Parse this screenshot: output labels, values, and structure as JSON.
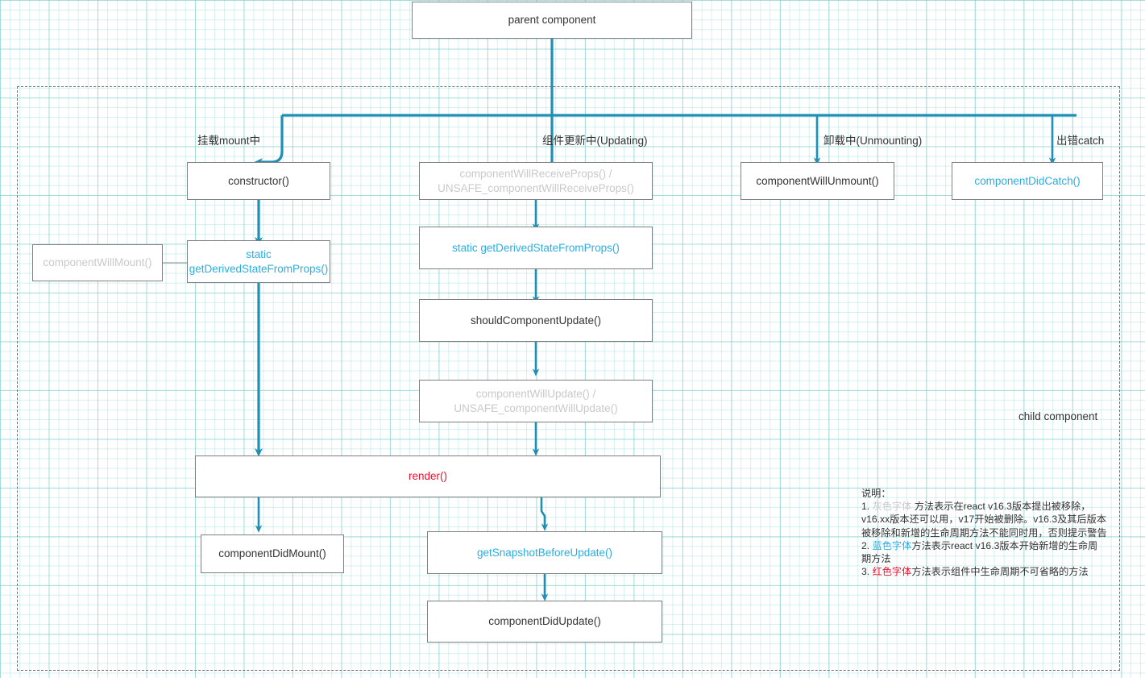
{
  "diagram": {
    "title": "React component lifecycle",
    "colors": {
      "accent": "#1f8fb5",
      "deprecated_text": "#c9c9c9",
      "added_text": "#2aaee0",
      "required_text": "#e8112d",
      "box_border": "#7f7f7f",
      "grid": "#78cdcd",
      "zone_border": "#6f6f6f"
    },
    "zones": {
      "parent_label": "parent component",
      "child_label": "child component"
    },
    "branch_labels": {
      "mount": "挂载mount中",
      "updating": "组件更新中(Updating)",
      "unmounting": "卸载中(Unmounting)",
      "catch": "出错catch"
    },
    "nodes": {
      "parent": "parent component",
      "constructor": "constructor()",
      "component_will_mount": "componentWillMount()",
      "gdsfp_mount_line1": "static",
      "gdsfp_mount_line2": "getDerivedStateFromProps()",
      "cwrp_line1": "componentWillReceiveProps() /",
      "cwrp_line2": "UNSAFE_componentWillReceiveProps()",
      "gdsfp_update": "static getDerivedStateFromProps()",
      "should_component_update": "shouldComponentUpdate()",
      "cwu_line1": "componentWillUpdate() /",
      "cwu_line2": "UNSAFE_componentWillUpdate()",
      "render": "render()",
      "component_did_mount": "componentDidMount()",
      "get_snapshot_before_update": "getSnapshotBeforeUpdate()",
      "component_did_update": "componentDidUpdate()",
      "component_will_unmount": "componentWillUnmount()",
      "component_did_catch": "componentDidCatch()"
    },
    "legend": {
      "heading": "说明：",
      "item1_prefix": "1. ",
      "item1_grey": "灰色字体",
      "item1_rest": " 方法表示在react v16.3版本提出被移除，v16.xx版本还可以用，v17开始被删除。v16.3及其后版本被移除和新增的生命周期方法不能同时用，否则提示警告",
      "item2_prefix": "2. ",
      "item2_blue": "蓝色字体",
      "item2_rest": "方法表示react v16.3版本开始新增的生命周期方法",
      "item3_prefix": "3. ",
      "item3_red": "红色字体",
      "item3_rest": "方法表示组件中生命周期不可省略的方法"
    }
  }
}
